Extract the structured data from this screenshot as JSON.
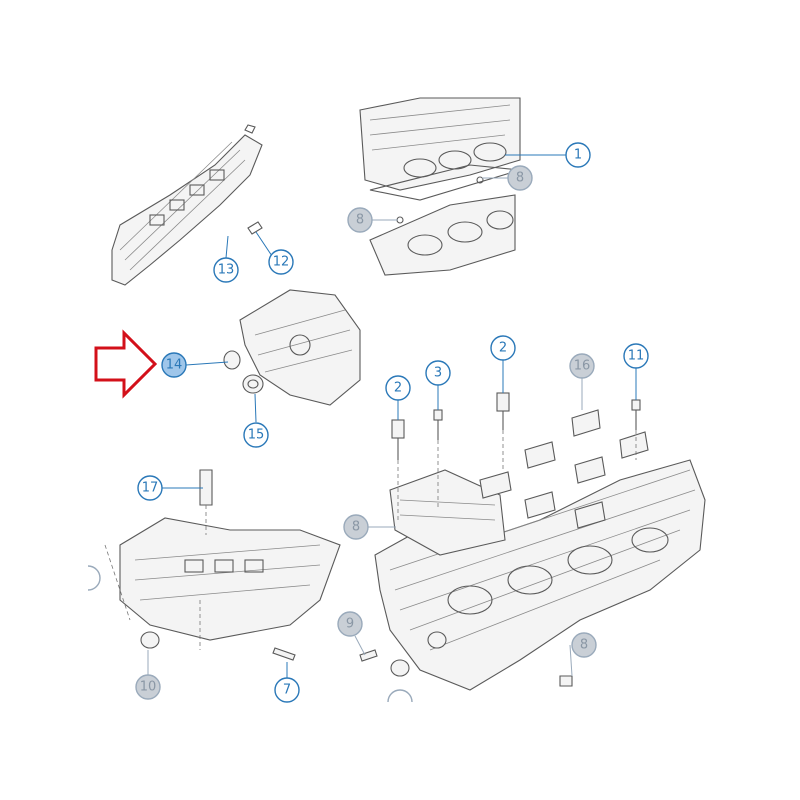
{
  "colors": {
    "active_stroke": "#2a78b8",
    "active_text": "#2a78b8",
    "inactive_stroke": "#9aaabb",
    "inactive_fill": "#c9cfd6",
    "inactive_text": "#8a97a5",
    "highlight_fill": "#9fc6ea",
    "arrow": "#d3101a",
    "line_art": "#5a5a5a"
  },
  "callouts": [
    {
      "id": "c1",
      "label": "1",
      "state": "active"
    },
    {
      "id": "c2a",
      "label": "2",
      "state": "active"
    },
    {
      "id": "c2b",
      "label": "2",
      "state": "active"
    },
    {
      "id": "c3",
      "label": "3",
      "state": "active"
    },
    {
      "id": "c7",
      "label": "7",
      "state": "active"
    },
    {
      "id": "c8a",
      "label": "8",
      "state": "inactive"
    },
    {
      "id": "c8b",
      "label": "8",
      "state": "inactive"
    },
    {
      "id": "c8c",
      "label": "8",
      "state": "inactive"
    },
    {
      "id": "c8d",
      "label": "8",
      "state": "inactive"
    },
    {
      "id": "c9",
      "label": "9",
      "state": "inactive"
    },
    {
      "id": "c10",
      "label": "10",
      "state": "inactive"
    },
    {
      "id": "c11",
      "label": "11",
      "state": "active"
    },
    {
      "id": "c12",
      "label": "12",
      "state": "active"
    },
    {
      "id": "c13",
      "label": "13",
      "state": "active"
    },
    {
      "id": "c14",
      "label": "14",
      "state": "highlight"
    },
    {
      "id": "c15",
      "label": "15",
      "state": "active"
    },
    {
      "id": "c16",
      "label": "16",
      "state": "inactive"
    },
    {
      "id": "c17",
      "label": "17",
      "state": "active"
    }
  ],
  "pointer": {
    "icon": "red-outline-arrow-icon",
    "target": "14"
  }
}
